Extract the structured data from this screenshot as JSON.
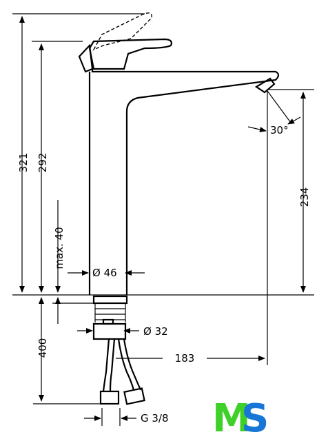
{
  "dimensions": {
    "height_total": "321",
    "height_to_lever": "292",
    "height_spout": "234",
    "max_deck": "max. 40",
    "diameter_body": "Ø 46",
    "diameter_shank": "Ø 32",
    "projection": "183",
    "hose_length": "400",
    "thread": "G 3/8",
    "angle": "30°"
  },
  "logo": {
    "m": "M",
    "s": "S",
    "m_color": "#3fd12a",
    "s_color": "#1877d6"
  }
}
